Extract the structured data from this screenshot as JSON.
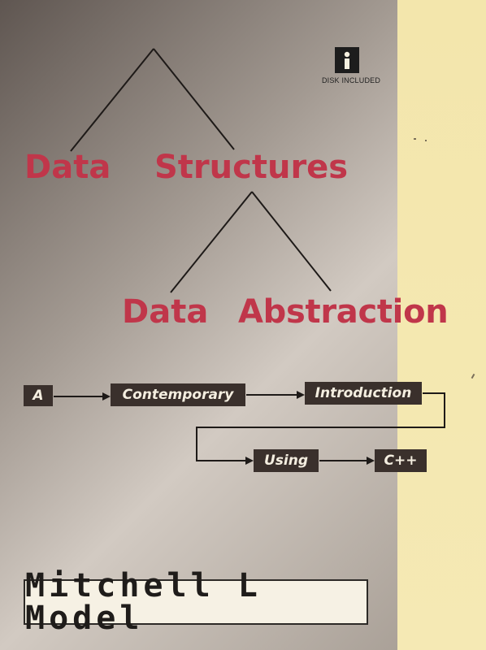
{
  "cover": {
    "title_words": {
      "data_1": "Data",
      "structures": "Structures",
      "data_2": "Data",
      "abstraction": "Abstraction"
    },
    "badge": {
      "icon": "info-disk-icon",
      "text": "DISK INCLUDED"
    },
    "subtitle_boxes": {
      "a": "A",
      "contemporary": "Contemporary",
      "introduction": "Introduction",
      "using": "Using",
      "cpp": "C++"
    },
    "author": "Mitchell L Model",
    "colors": {
      "title_red": "#c0364a",
      "box_dark": "#3a302c",
      "right_band_yellow": "#f3e6ac"
    }
  }
}
